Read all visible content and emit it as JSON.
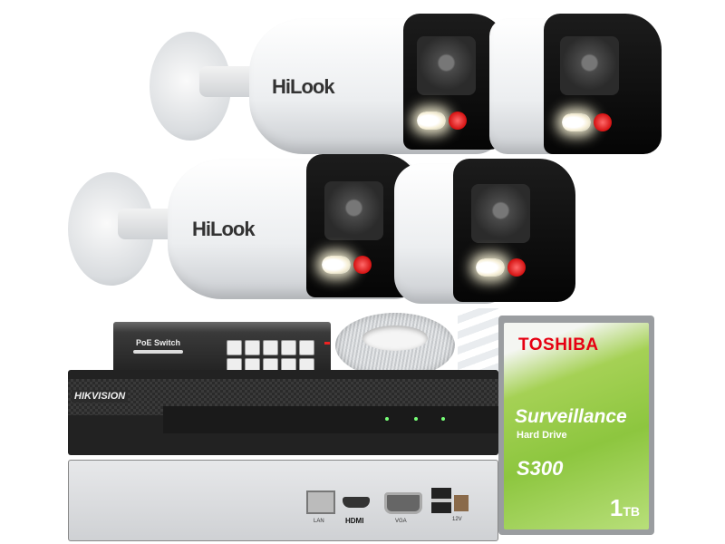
{
  "cameras": {
    "brand": "HiLook",
    "count": 4
  },
  "switch": {
    "label": "PoE Switch"
  },
  "nvr": {
    "brand": "HIKVISION",
    "ports": {
      "lan": "LAN",
      "hdmi": "HDMI",
      "vga": "VGA",
      "power": "12V"
    }
  },
  "hdd": {
    "brand": "TOSHIBA",
    "line": "Surveillance",
    "type": "Hard Drive",
    "model": "S300",
    "capacity": "1",
    "unit": "TB",
    "color": "#8dc63f"
  }
}
